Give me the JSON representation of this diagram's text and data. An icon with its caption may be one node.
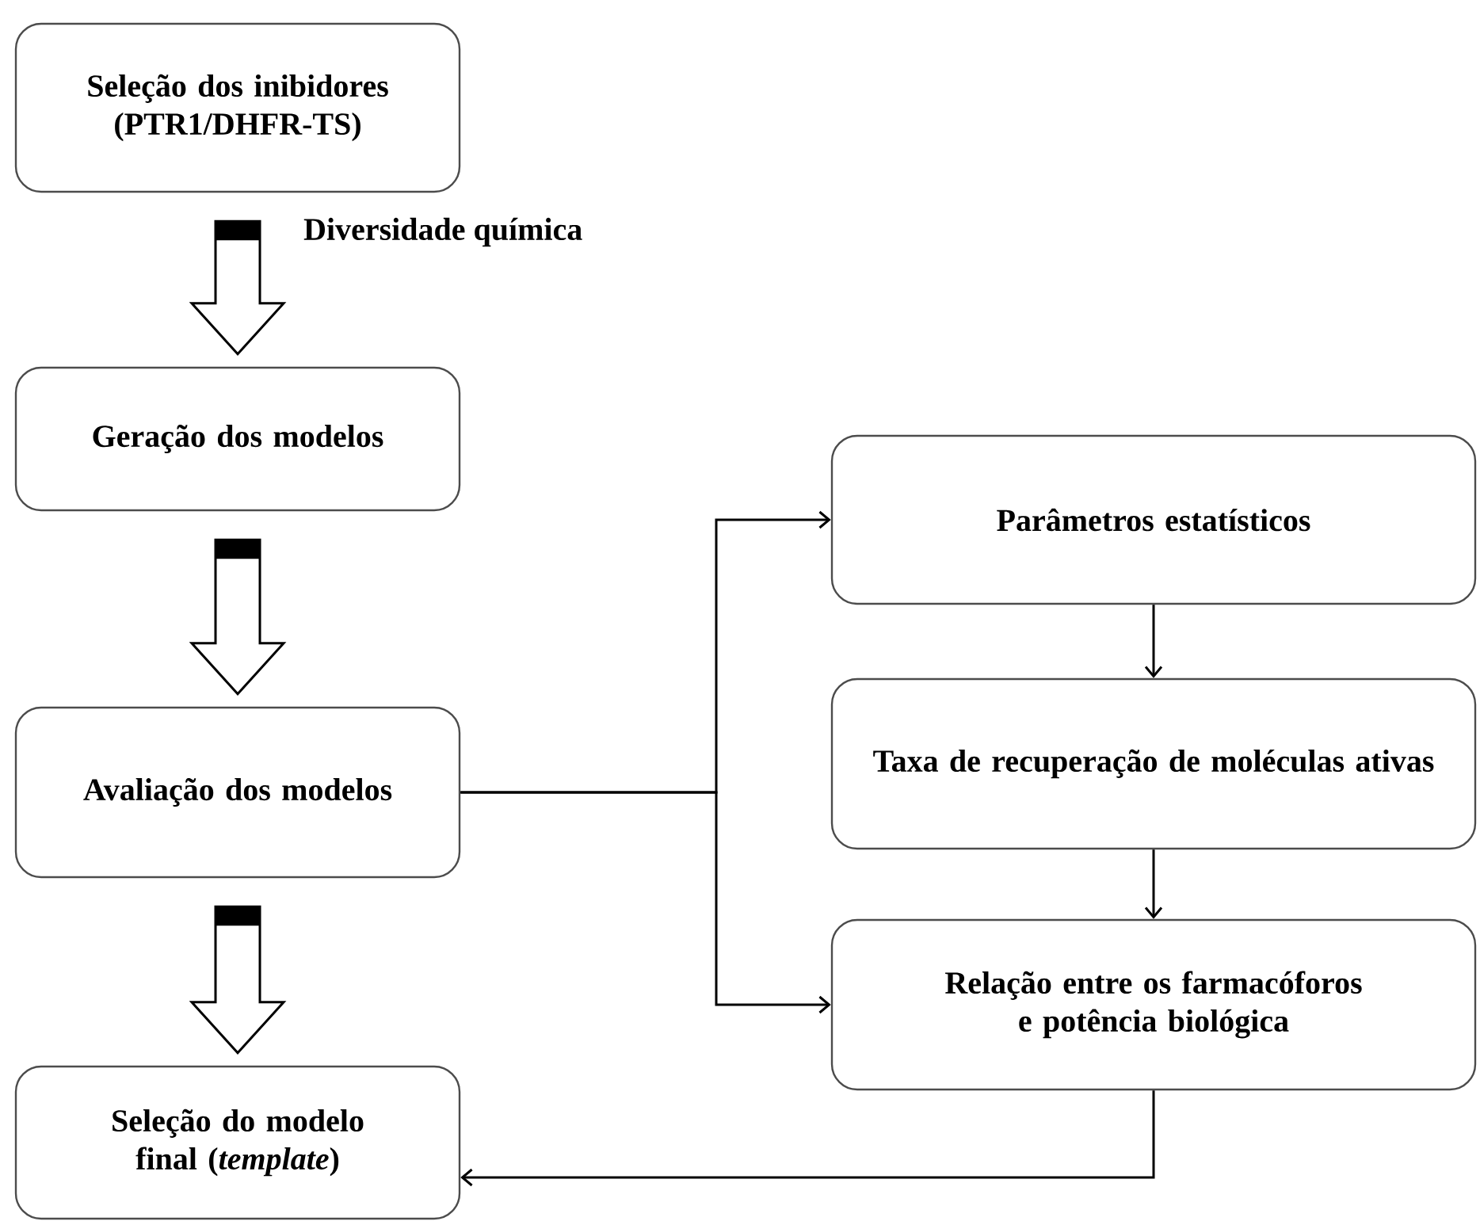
{
  "diagram": {
    "nodes": [
      {
        "text": [
          "Seleção dos inibidores (PTR1/DHFR-TS)"
        ]
      },
      {
        "text": [
          "Geração dos modelos"
        ]
      },
      {
        "text": [
          "Avaliação dos modelos"
        ]
      },
      {
        "text": [
          "Seleção do modelo final (*template*)"
        ]
      },
      {
        "text": [
          "Parâmetros estatísticos"
        ]
      },
      {
        "text": [
          "Taxa de recuperação de moléculas ativas"
        ]
      },
      {
        "text": [
          "Relação entre os farmacóforos e potência biológica"
        ]
      }
    ],
    "edges": [
      {
        "from": 0,
        "to": 1,
        "arrow": "to",
        "label": "Diversidade química",
        "style": "thick"
      },
      {
        "from": 1,
        "to": 2,
        "arrow": "to",
        "style": "thick"
      },
      {
        "from": 2,
        "to": 3,
        "arrow": "to",
        "style": "thick"
      },
      {
        "from": 2,
        "to": 4,
        "arrow": "to"
      },
      {
        "from": 2,
        "to": 6,
        "arrow": "to"
      },
      {
        "from": 4,
        "to": 5,
        "arrow": "to"
      },
      {
        "from": 5,
        "to": 6,
        "arrow": "to"
      },
      {
        "from": 6,
        "to": 3,
        "arrow": "to"
      }
    ]
  }
}
